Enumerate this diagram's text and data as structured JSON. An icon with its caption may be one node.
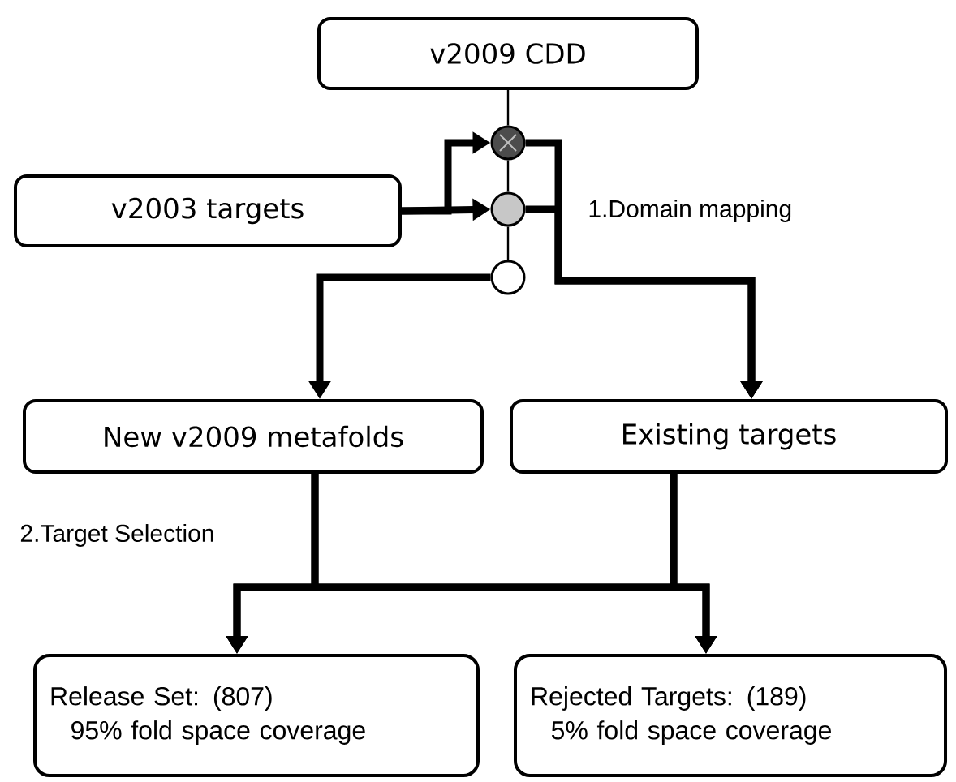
{
  "diagram": {
    "nodes": [
      {
        "text": [
          "v2009 CDD"
        ]
      },
      {
        "text": [
          "v2003 targets"
        ]
      },
      {
        "text": [],
        "shape": "circle"
      },
      {
        "text": [],
        "shape": "circle"
      },
      {
        "text": [],
        "shape": "circle"
      },
      {
        "text": [
          "New v2009 metafolds"
        ]
      },
      {
        "text": [
          "Existing targets"
        ]
      },
      {
        "text": [
          "Release Set: (807)",
          "95% fold space coverage"
        ]
      },
      {
        "text": [
          "Rejected Targets: (189)",
          "5% fold space coverage"
        ]
      }
    ],
    "edges": [
      {
        "from": 0,
        "to": 2,
        "arrow": "none"
      },
      {
        "from": 2,
        "to": 3,
        "arrow": "none"
      },
      {
        "from": 3,
        "to": 4,
        "arrow": "none"
      },
      {
        "from": 1,
        "to": 2,
        "arrow": "to"
      },
      {
        "from": 1,
        "to": 3,
        "arrow": "to"
      },
      {
        "from": 2,
        "to": 6,
        "arrow": "to"
      },
      {
        "from": 3,
        "to": 6,
        "arrow": "to"
      },
      {
        "from": 4,
        "to": 5,
        "arrow": "to"
      },
      {
        "from": 5,
        "to": 7,
        "arrow": "to"
      },
      {
        "from": 5,
        "to": 8,
        "arrow": "to"
      },
      {
        "from": 6,
        "to": 7,
        "arrow": "to"
      },
      {
        "from": 6,
        "to": 8,
        "arrow": "to"
      }
    ],
    "labels": [
      "1.Domain mapping",
      "2.Target Selection"
    ]
  }
}
